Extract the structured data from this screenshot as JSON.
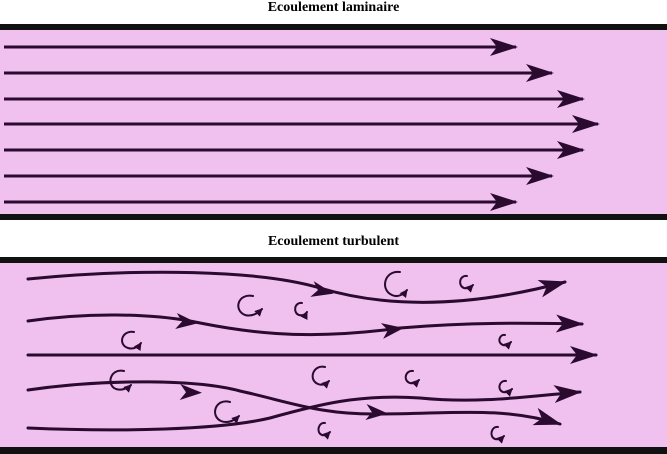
{
  "laminar": {
    "title": "Ecoulement laminaire",
    "streamline_count": 7
  },
  "turbulent": {
    "title": "Ecoulement turbulent",
    "streamline_count": 5,
    "eddy_count": 13
  },
  "colors": {
    "fluid": "#f0c0ef",
    "wall": "#111111",
    "arrow": "#2a0a2e"
  }
}
